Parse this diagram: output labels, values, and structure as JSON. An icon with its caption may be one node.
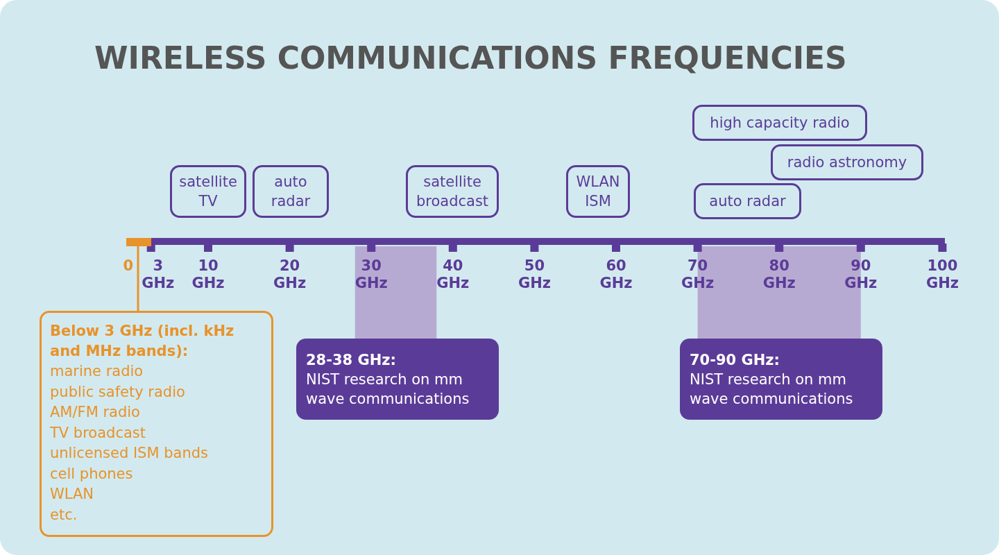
{
  "diagram": {
    "title": "WIRELESS COMMUNICATIONS FREQUENCIES",
    "nodes": [
      {
        "text": [
          "satellite TV"
        ]
      },
      {
        "text": [
          "auto radar"
        ]
      },
      {
        "text": [
          "satellite broadcast"
        ]
      },
      {
        "text": [
          "WLAN ISM"
        ]
      },
      {
        "text": [
          "high capacity radio"
        ]
      },
      {
        "text": [
          "radio astronomy"
        ]
      },
      {
        "text": [
          "auto radar"
        ]
      },
      {
        "text": [],
        "shape": "bar"
      },
      {
        "text": [
          "Below 3 GHz (incl. kHz and MHz bands):",
          "marine radio",
          "public safety radio",
          "AM/FM radio",
          "TV broadcast",
          "unlicensed ISM bands",
          "cell phones",
          "WLAN",
          "etc."
        ]
      },
      {
        "text": [
          "28-38 GHz:",
          "NIST research on mm wave communications"
        ]
      },
      {
        "text": [
          "70-90 GHz:",
          "NIST research on mm wave communications"
        ]
      }
    ],
    "edges": [
      {
        "from": 8,
        "to": 7,
        "arrow": "none"
      }
    ],
    "labels": [
      "0",
      "3 GHz",
      "10 GHz",
      "20 GHz",
      "30 GHz",
      "40 GHz",
      "50 GHz",
      "60 GHz",
      "70 GHz",
      "80 GHz",
      "90 GHz",
      "100 GHz"
    ]
  }
}
